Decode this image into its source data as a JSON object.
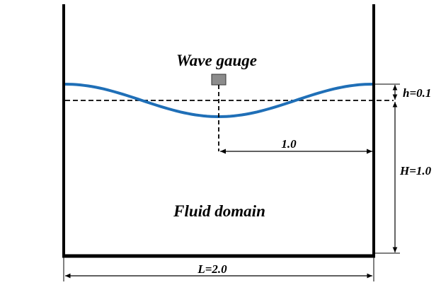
{
  "labels": {
    "gauge": "Wave gauge",
    "domain": "Fluid domain",
    "amplitude": "h=0.1",
    "depth": "H=1.0",
    "length": "L=2.0",
    "gauge_distance": "1.0"
  },
  "colors": {
    "wave": "#1f6fb7",
    "walls": "#000000",
    "gauge_fill": "#8c8c8c"
  },
  "physical": {
    "tank_length": 2.0,
    "water_depth": 1.0,
    "wave_amplitude": 0.1,
    "gauge_distance_from_right_wall": 1.0
  }
}
